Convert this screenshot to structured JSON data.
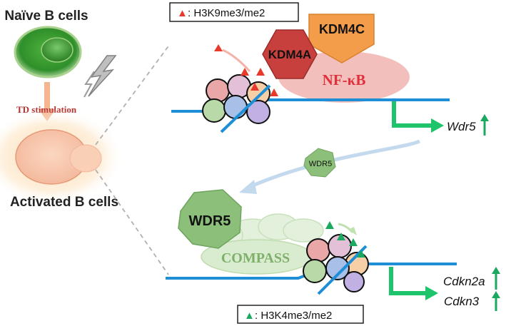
{
  "cells": {
    "naive_label": "Naïve B cells",
    "stimulation_label": "TD stimulation",
    "activated_label": "Activated B cells"
  },
  "legends": {
    "top": {
      "symbol": "▲",
      "text": ": H3K9me3/me2",
      "color": "#e83a2c"
    },
    "bottom": {
      "symbol": "▲",
      "text": ": H3K4me3/me2",
      "color": "#1aa95f"
    }
  },
  "top_complex": {
    "kdm4a": "KDM4A",
    "kdm4c": "KDM4C",
    "nfkb": "NF-κB"
  },
  "top_gene": {
    "name": "Wdr5",
    "arrow": "↑"
  },
  "middle": {
    "protein": "WDR5"
  },
  "bottom_complex": {
    "wdr5": "WDR5",
    "compass": "COMPASS"
  },
  "bottom_genes": [
    {
      "name": "Cdkn2a",
      "arrow": "↑"
    },
    {
      "name": "Cdkn3",
      "arrow": "↑"
    }
  ],
  "colors": {
    "dna": "#1e8fd6",
    "gene_arrow": "#1ec46c",
    "up_arrow": "#1aa95f",
    "h3k9": "#e83a2c",
    "h3k4": "#1aa95f",
    "kdm4a": "#c8403d",
    "kdm4c": "#f39c4a",
    "nfkb_fill": "#f2b8b5",
    "nfkb_text": "#e0303a",
    "wdr5_fill": "#8cc07a",
    "compass_fill": "#d9ecd0",
    "compass_text": "#7fb06a",
    "stim_text": "#b5322e"
  }
}
